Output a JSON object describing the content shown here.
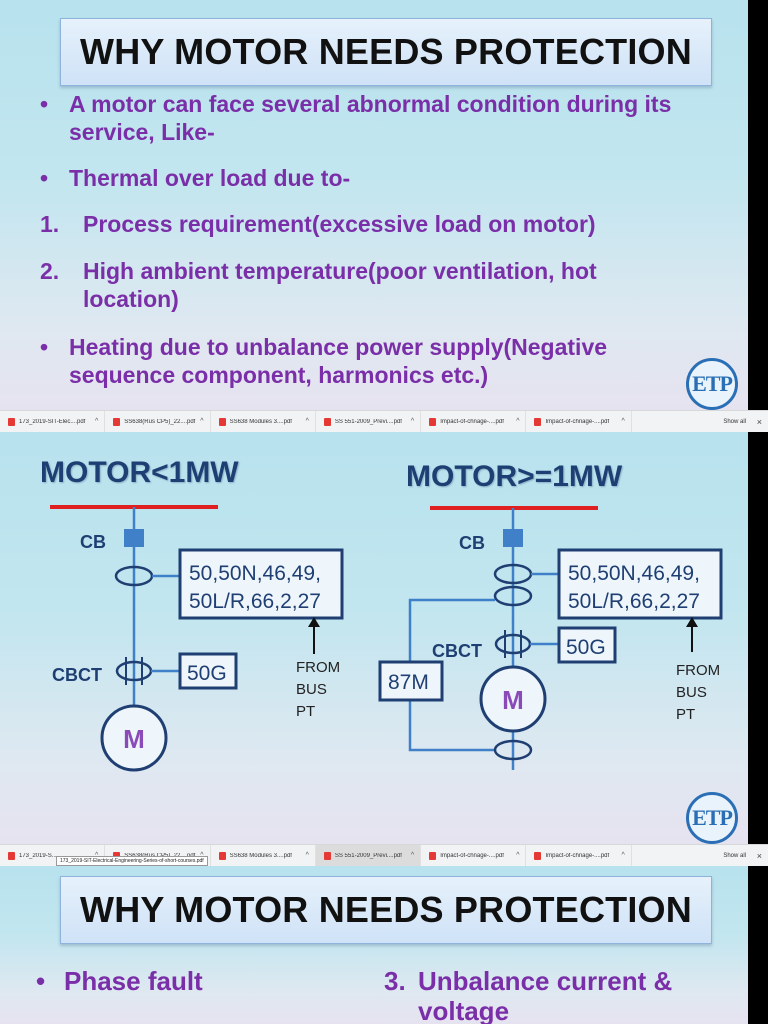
{
  "slide1": {
    "title": "WHY MOTOR NEEDS PROTECTION",
    "items": [
      {
        "marker": "•",
        "lines": [
          "A motor can face several abnormal condition during its",
          "service, Like-"
        ]
      },
      {
        "marker": "•",
        "lines": [
          "Thermal over load due to-"
        ]
      },
      {
        "marker": "1.",
        "lines": [
          "Process requirement(excessive load on motor)"
        ]
      },
      {
        "marker": "2.",
        "lines": [
          "High ambient temperature(poor ventilation, hot",
          "location)"
        ]
      },
      {
        "marker": "•",
        "lines": [
          "Heating due to unbalance power supply(Negative",
          "sequence component, harmonics etc.)"
        ]
      }
    ],
    "logo": "ETP"
  },
  "download_bar_1": {
    "items": [
      "173_2019-SIT-Elec....pdf",
      "SS638(Rus CP5)_22....pdf",
      "SS638 Modules 3....pdf",
      "SS 551-2009_Previ....pdf",
      "Impact-of-chnage-....pdf",
      "Impact-of-chnage-....pdf"
    ],
    "show_all": "Show all",
    "close": "×"
  },
  "slide2": {
    "left": {
      "title": "MOTOR<1MW",
      "cb": "CB",
      "relay": [
        "50,50N,46,49,",
        "50L/R,66,2,27"
      ],
      "cbct": "CBCT",
      "ground": "50G",
      "from": [
        "FROM",
        "BUS",
        "PT"
      ],
      "motor": "M"
    },
    "right": {
      "title": "MOTOR>=1MW",
      "cb": "CB",
      "relay": [
        "50,50N,46,49,",
        "50L/R,66,2,27"
      ],
      "cbct": "CBCT",
      "ground": "50G",
      "diff": "87M",
      "from": [
        "FROM",
        "BUS",
        "PT"
      ],
      "motor": "M"
    },
    "logo": "ETP"
  },
  "download_bar_2": {
    "items": [
      "173_2019-S...",
      "SS638(Rus CP5)_22....pdf",
      "SS638 Modules 3....pdf",
      "SS 551-2009_Previ....pdf",
      "Impact-of-chnage-....pdf",
      "Impact-of-chnage-....pdf"
    ],
    "tooltip": "173_2019-SIT-Electrical-Engineering-Series-of-short-courses.pdf",
    "show_all": "Show all",
    "close": "×"
  },
  "slide3": {
    "title": "WHY MOTOR NEEDS PROTECTION",
    "left_item": {
      "marker": "•",
      "text": "Phase fault"
    },
    "right_item": {
      "marker": "3.",
      "lines": [
        "Unbalance current &",
        "voltage"
      ]
    }
  },
  "colors": {
    "accent_purple": "#7a2fa8",
    "diagram_blue": "#1f3f73",
    "bus_red": "#e02020",
    "logo_blue": "#2a6fb5"
  }
}
